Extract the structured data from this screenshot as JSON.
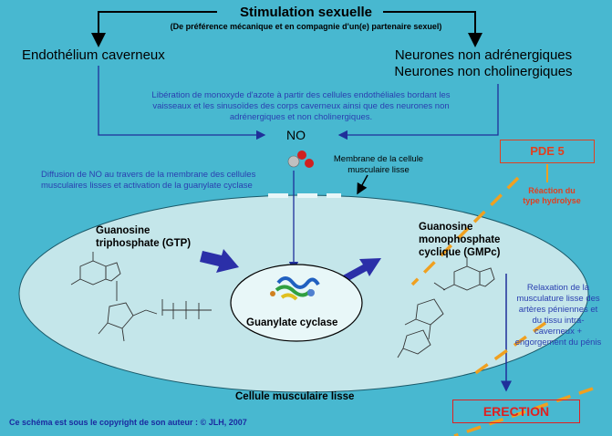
{
  "header": {
    "title": "Stimulation sexuelle",
    "subtitle": "(De préférence mécanique et en compagnie d'un(e) partenaire sexuel)"
  },
  "sources": {
    "left": "Endothélium caverneux",
    "right_line1": "Neurones non adrénergiques",
    "right_line2": "Neurones non cholinergiques"
  },
  "liberation": {
    "line1": "Libération de monoxyde d'azote à partir des cellules endothéliales bordant les",
    "line2": "vaisseaux et les sinusoïdes des corps caverneux ainsi que des neurones non",
    "line3": "adrénergiques et non cholinergiques."
  },
  "no_label": "NO",
  "membrane": {
    "line1": "Membrane de la cellule",
    "line2": "musculaire lisse"
  },
  "diffusion": {
    "line1": "Diffusion de NO au travers de la membrane des cellules",
    "line2": "musculaires lisses et activation de la guanylate cyclase"
  },
  "pde": {
    "label": "PDE 5",
    "reaction_line1": "Réaction du",
    "reaction_line2": "type hydrolyse"
  },
  "gtp": {
    "line1": "Guanosine",
    "line2": "triphosphate (GTP)"
  },
  "gmpc": {
    "line1": "Guanosine",
    "line2": "monophosphate",
    "line3": "cyclique (GMPc)"
  },
  "enzyme": "Guanylate cyclase",
  "relaxation": {
    "line1": "Relaxation de la",
    "line2": "musculature lisse des",
    "line3": "artères péniennes et",
    "line4": "du tissu intra-",
    "line5": "caverneux +",
    "line6": "engorgement du pénis"
  },
  "cell_label": "Cellule musculaire lisse",
  "erection": "ERECTION",
  "copyright": "Ce schéma est sous le copyright de son auteur : © JLH, 2007",
  "colors": {
    "background": "#48b8d0",
    "cell": "#c4e6ea",
    "arrow": "#1f2f9a",
    "text_blue": "#2a3fb0",
    "orange": "#f0a020",
    "red": "#e02020"
  }
}
